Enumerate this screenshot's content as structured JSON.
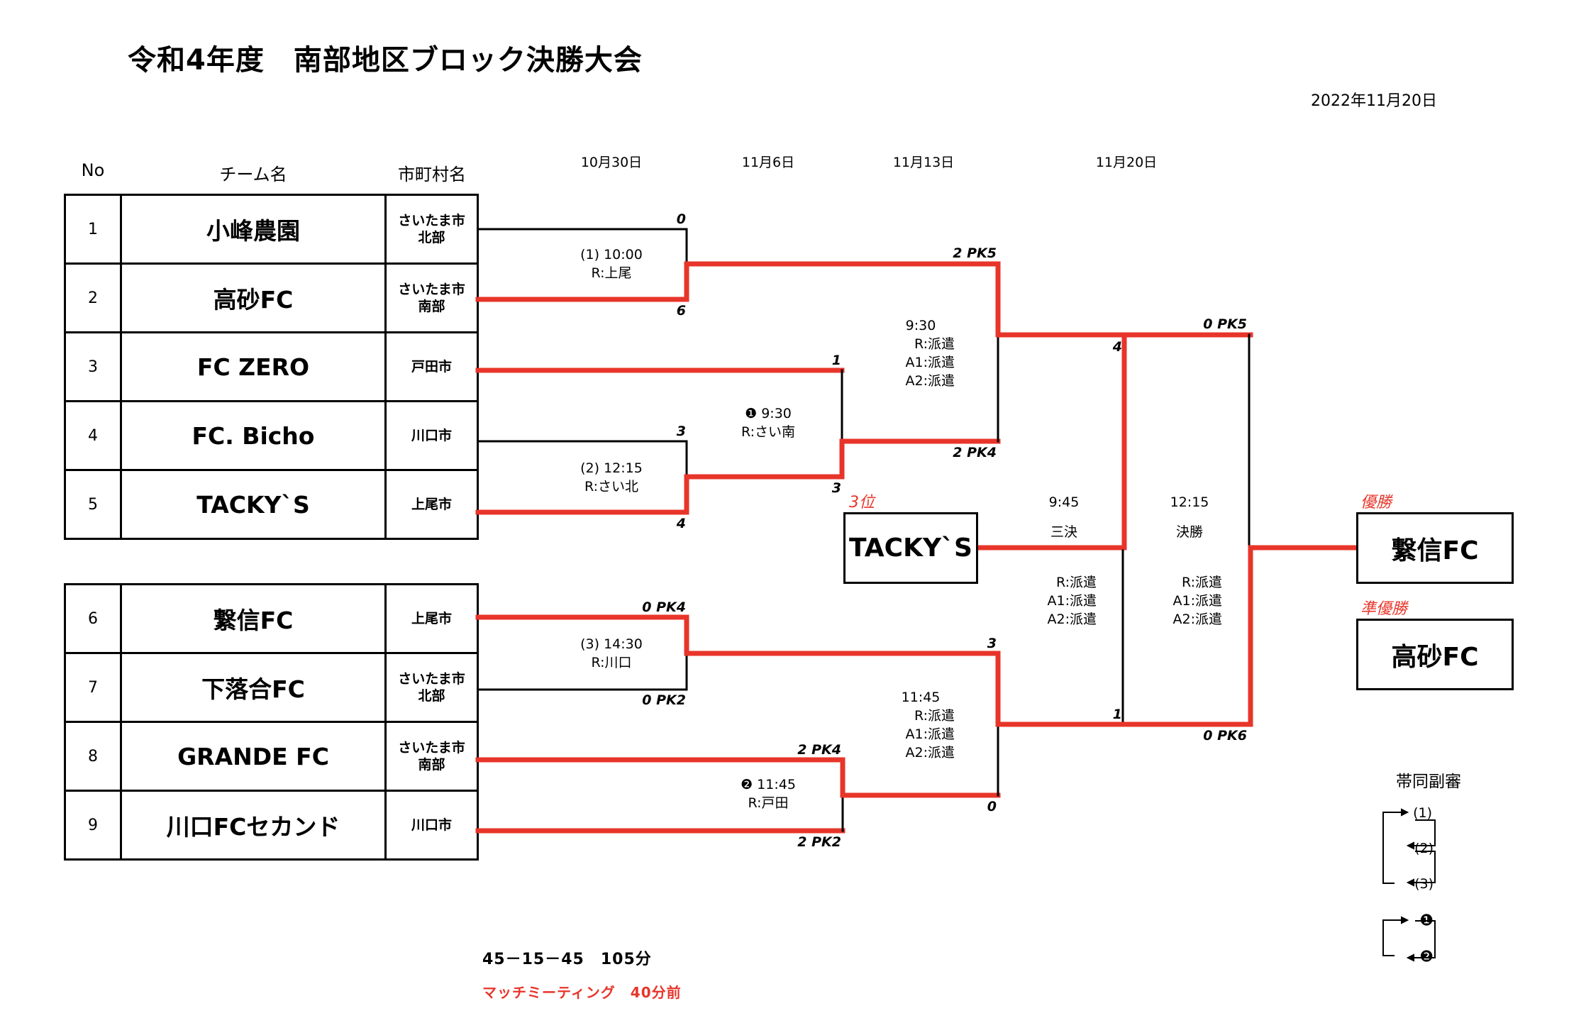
{
  "header": {
    "title": "令和4年度　南部地区ブロック決勝大会",
    "issue_date": "2022年11月20日"
  },
  "columns": {
    "no": "No",
    "team": "チーム名",
    "city": "市町村名"
  },
  "round_dates": [
    "10月30日",
    "11月6日",
    "11月13日",
    "11月20日"
  ],
  "teams": [
    {
      "no": "1",
      "name": "小峰農園",
      "city_l1": "さいたま市",
      "city_l2": "北部"
    },
    {
      "no": "2",
      "name": "高砂FC",
      "city_l1": "さいたま市",
      "city_l2": "南部"
    },
    {
      "no": "3",
      "name": "FC ZERO",
      "city_l1": "戸田市",
      "city_l2": ""
    },
    {
      "no": "4",
      "name": "FC. Bicho",
      "city_l1": "川口市",
      "city_l2": ""
    },
    {
      "no": "5",
      "name": "TACKY`S",
      "city_l1": "上尾市",
      "city_l2": ""
    },
    {
      "no": "6",
      "name": "繋信FC",
      "city_l1": "上尾市",
      "city_l2": ""
    },
    {
      "no": "7",
      "name": "下落合FC",
      "city_l1": "さいたま市",
      "city_l2": "北部"
    },
    {
      "no": "8",
      "name": "GRANDE FC",
      "city_l1": "さいたま市",
      "city_l2": "南部"
    },
    {
      "no": "9",
      "name": "川口FCセカンド",
      "city_l1": "川口市",
      "city_l2": ""
    }
  ],
  "matches": {
    "m1": {
      "label": "(1) 10:00",
      "referee": "R:上尾",
      "score_top": "0",
      "score_bottom": "6"
    },
    "m2": {
      "label": "(2) 12:15",
      "referee": "R:さい北",
      "score_top": "3",
      "score_bottom": "4"
    },
    "m3": {
      "label": "(3) 14:30",
      "referee": "R:川口",
      "score_top": "0 PK4",
      "score_bottom": "0 PK2"
    },
    "q1": {
      "label": "❶ 9:30",
      "referee": "R:さい南",
      "score_top": "1",
      "score_bottom": "3"
    },
    "q2": {
      "label": "❷ 11:45",
      "referee": "R:戸田",
      "score_top": "2 PK4",
      "score_bottom": "2 PK2"
    },
    "sf1": {
      "time": "9:30",
      "r": "R:派遣",
      "a1": "A1:派遣",
      "a2": "A2:派遣",
      "score_top": "2 PK5",
      "score_bottom": "2 PK4"
    },
    "sf2": {
      "time": "11:45",
      "r": "R:派遣",
      "a1": "A1:派遣",
      "a2": "A2:派遣",
      "score_top": "3",
      "score_bottom": "0"
    },
    "third": {
      "time": "9:45",
      "name": "三決",
      "r": "R:派遣",
      "a1": "A1:派遣",
      "a2": "A2:派遣",
      "score_top": "4",
      "score_bottom": "1"
    },
    "final": {
      "time": "12:15",
      "name": "決勝",
      "r": "R:派遣",
      "a1": "A1:派遣",
      "a2": "A2:派遣",
      "score_top": "0 PK5",
      "score_bottom": "0 PK6"
    }
  },
  "results": {
    "third_label": "3位",
    "third_team": "TACKY`S",
    "champion_label": "優勝",
    "champion_team": "繋信FC",
    "runnerup_label": "準優勝",
    "runnerup_team": "高砂FC"
  },
  "notes": {
    "duration": "45－15－45　105分",
    "meeting": "マッチミーティング　40分前"
  },
  "assistant_rotation": {
    "title": "帯同副審",
    "items": [
      "(1)",
      "(2)",
      "(3)",
      "❶",
      "❷"
    ]
  },
  "colors": {
    "winner_line": "#e8352a",
    "line": "#000000",
    "label_red": "#e8352a"
  }
}
